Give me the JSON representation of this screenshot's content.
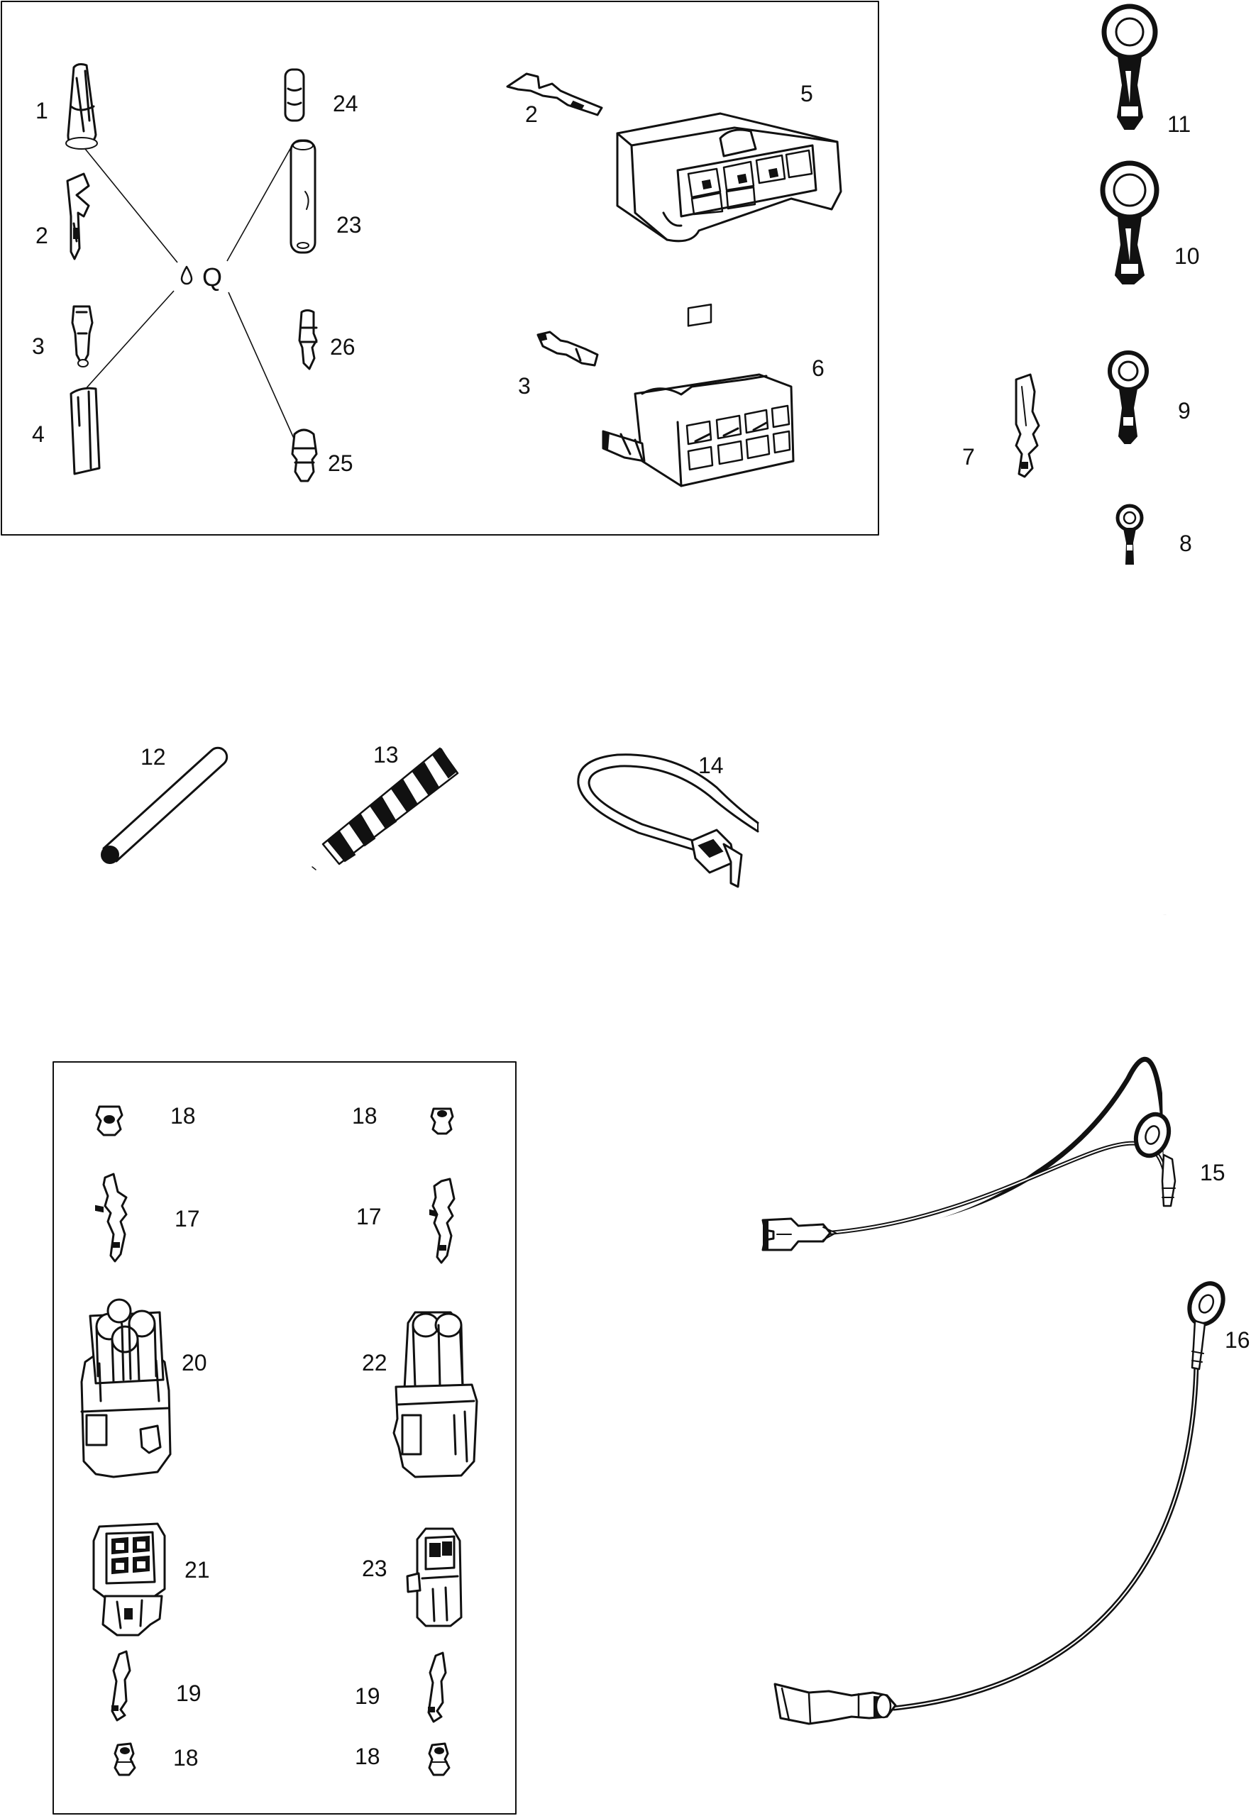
{
  "legend_symbol": "Q",
  "callouts": [
    {
      "id": "c1",
      "text": "1"
    },
    {
      "id": "c2a",
      "text": "2"
    },
    {
      "id": "c3a",
      "text": "3"
    },
    {
      "id": "c4",
      "text": "4"
    },
    {
      "id": "c24",
      "text": "24"
    },
    {
      "id": "c23a",
      "text": "23"
    },
    {
      "id": "c26",
      "text": "26"
    },
    {
      "id": "c25",
      "text": "25"
    },
    {
      "id": "c2b",
      "text": "2"
    },
    {
      "id": "c5",
      "text": "5"
    },
    {
      "id": "c3b",
      "text": "3"
    },
    {
      "id": "c6",
      "text": "6"
    },
    {
      "id": "c11",
      "text": "11"
    },
    {
      "id": "c10",
      "text": "10"
    },
    {
      "id": "c9",
      "text": "9"
    },
    {
      "id": "c8",
      "text": "8"
    },
    {
      "id": "c7",
      "text": "7"
    },
    {
      "id": "c12",
      "text": "12"
    },
    {
      "id": "c13",
      "text": "13"
    },
    {
      "id": "c14",
      "text": "14"
    },
    {
      "id": "c18a",
      "text": "18"
    },
    {
      "id": "c18b",
      "text": "18"
    },
    {
      "id": "c17a",
      "text": "17"
    },
    {
      "id": "c17b",
      "text": "17"
    },
    {
      "id": "c20",
      "text": "20"
    },
    {
      "id": "c22",
      "text": "22"
    },
    {
      "id": "c21",
      "text": "21"
    },
    {
      "id": "c23b",
      "text": "23"
    },
    {
      "id": "c19a",
      "text": "19"
    },
    {
      "id": "c19b",
      "text": "19"
    },
    {
      "id": "c18c",
      "text": "18"
    },
    {
      "id": "c18d",
      "text": "18"
    },
    {
      "id": "c15",
      "text": "15"
    },
    {
      "id": "c16",
      "text": "16"
    }
  ]
}
